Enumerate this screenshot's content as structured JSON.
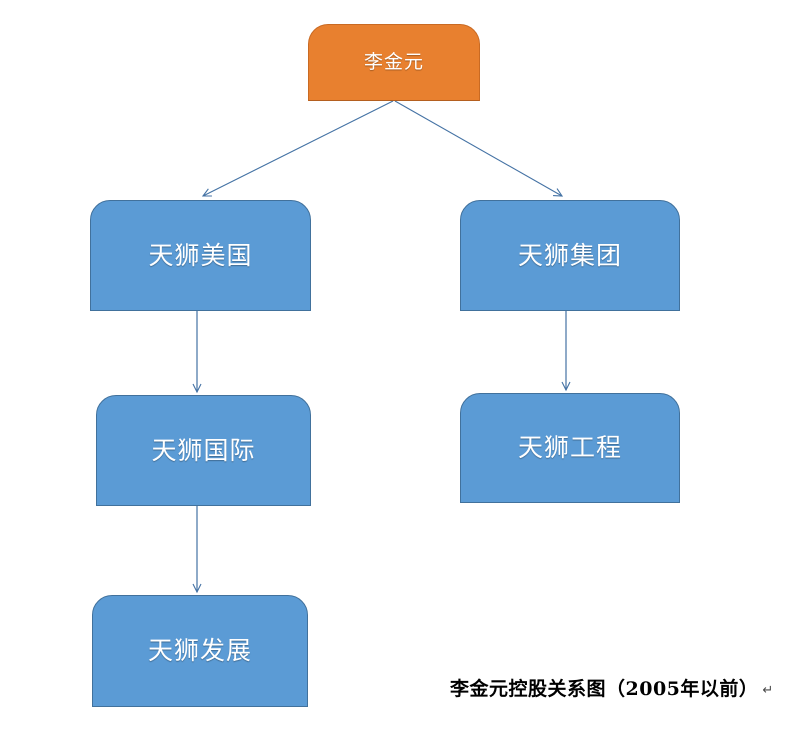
{
  "diagram": {
    "type": "org-chart",
    "title_caption": "李金元控股关系图（2005年以前）",
    "caption_mark": "↵",
    "colors": {
      "root_fill": "#E8802F",
      "root_border": "#C96A23",
      "node_fill": "#5B9BD5",
      "node_border": "#41719C",
      "connector": "#4472A4",
      "label_text": "#FFFFFF",
      "background": "#FFFFFF"
    },
    "nodes": [
      {
        "id": "root",
        "label": "李金元",
        "level": 0,
        "column": "center"
      },
      {
        "id": "usa",
        "label": "天狮美国",
        "level": 1,
        "column": "left"
      },
      {
        "id": "group",
        "label": "天狮集团",
        "level": 1,
        "column": "right"
      },
      {
        "id": "intl",
        "label": "天狮国际",
        "level": 2,
        "column": "left"
      },
      {
        "id": "eng",
        "label": "天狮工程",
        "level": 2,
        "column": "right"
      },
      {
        "id": "dev",
        "label": "天狮发展",
        "level": 3,
        "column": "left"
      }
    ],
    "edges": [
      {
        "from": "root",
        "to": "usa",
        "style": "diagonal-arrow"
      },
      {
        "from": "root",
        "to": "group",
        "style": "diagonal-arrow"
      },
      {
        "from": "usa",
        "to": "intl",
        "style": "vertical-arrow"
      },
      {
        "from": "group",
        "to": "eng",
        "style": "vertical-arrow"
      },
      {
        "from": "intl",
        "to": "dev",
        "style": "vertical-arrow"
      }
    ]
  }
}
